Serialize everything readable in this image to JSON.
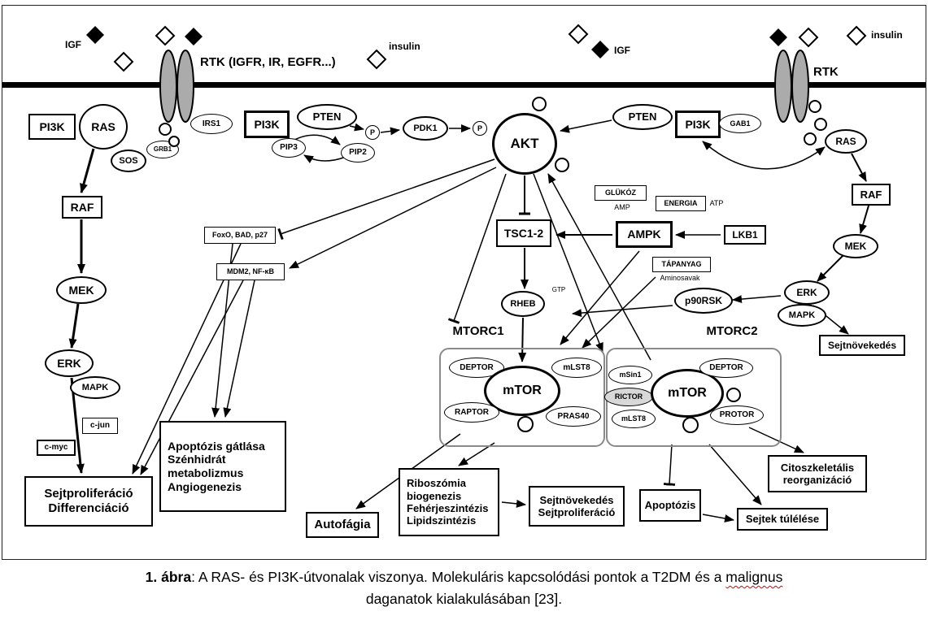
{
  "figure": {
    "top_labels": {
      "igf_left": "IGF",
      "rtk_left": "RTK (IGFR, IR, EGFR...)",
      "insulin_left": "insulin",
      "igf_right": "IGF",
      "rtk_right": "RTK",
      "insulin_right": "insulin"
    },
    "nodes": {
      "pi3k_left": "PI3K",
      "ras_left": "RAS",
      "sos": "SOS",
      "grb1": "GRB1",
      "irs1": "IRS1",
      "pi3k_mid": "PI3K",
      "pten_left": "PTEN",
      "pip3": "PIP3",
      "pip2": "PIP2",
      "p1": "P",
      "pdk1": "PDK1",
      "p2": "P",
      "akt": "AKT",
      "pten_right": "PTEN",
      "pi3k_right": "PI3K",
      "gab1": "GAB1",
      "ras_right": "RAS",
      "raf_right": "RAF",
      "mek_right": "MEK",
      "erk_right": "ERK",
      "mapk_right": "MAPK",
      "sejtnovekedes_right": "Sejtnövekedés",
      "p90rsk": "p90RSK",
      "raf_left": "RAF",
      "mek_left": "MEK",
      "erk_left": "ERK",
      "mapk_left": "MAPK",
      "cjun": "c-jun",
      "cmyc": "c-myc",
      "sejtproliferacio": "Sejtproliferáció\nDifferenciáció",
      "foxo": "FoxO, BAD, p27",
      "mdm2": "MDM2, NF-κB",
      "apoptozis_gatlasa": "Apoptózis gátlása\nSzénhidrát\nmetabolizmus\nAngiogenezis",
      "tsc12": "TSC1-2",
      "glukoz": "GLÜKÓZ",
      "amp": "AMP",
      "energia": "ENERGIA",
      "atp": "ATP",
      "ampk": "AMPK",
      "lkb1": "LKB1",
      "tapanyag": "TÁPANYAG",
      "aminosavak": "Aminosavak",
      "rheb": "RHEB",
      "gtp": "GTP",
      "mtorc1_label": "MTORC1",
      "mtorc2_label": "MTORC2",
      "deptor1": "DEPTOR",
      "mtor1": "mTOR",
      "mlst8_1": "mLST8",
      "raptor": "RAPTOR",
      "pras40": "PRAS40",
      "msin1": "mSin1",
      "rictor": "RICTOR",
      "mlst8_2": "mLST8",
      "mtor2": "mTOR",
      "deptor2": "DEPTOR",
      "protor": "PROTOR",
      "autofagia": "Autofágia",
      "riboszomia": "Riboszómia\nbiogenezis\nFehérjeszintézis\nLipidszintézis",
      "sejtnov_prolif": "Sejtnövekedés\nSejtproliferáció",
      "apoptozis": "Apoptózis",
      "citoszkeletalis": "Citoszkeletális\nreorganizáció",
      "sejtek_tulelese": "Sejtek túlélése"
    },
    "caption": {
      "bold": "1. ábra",
      "part1": ": A RAS- és PI3K-útvonalak viszonya. Molekuláris kapcsolódási pontok a T2DM és a ",
      "misspelled": "malignus",
      "line2": "daganatok kialakulásában [23]."
    }
  }
}
